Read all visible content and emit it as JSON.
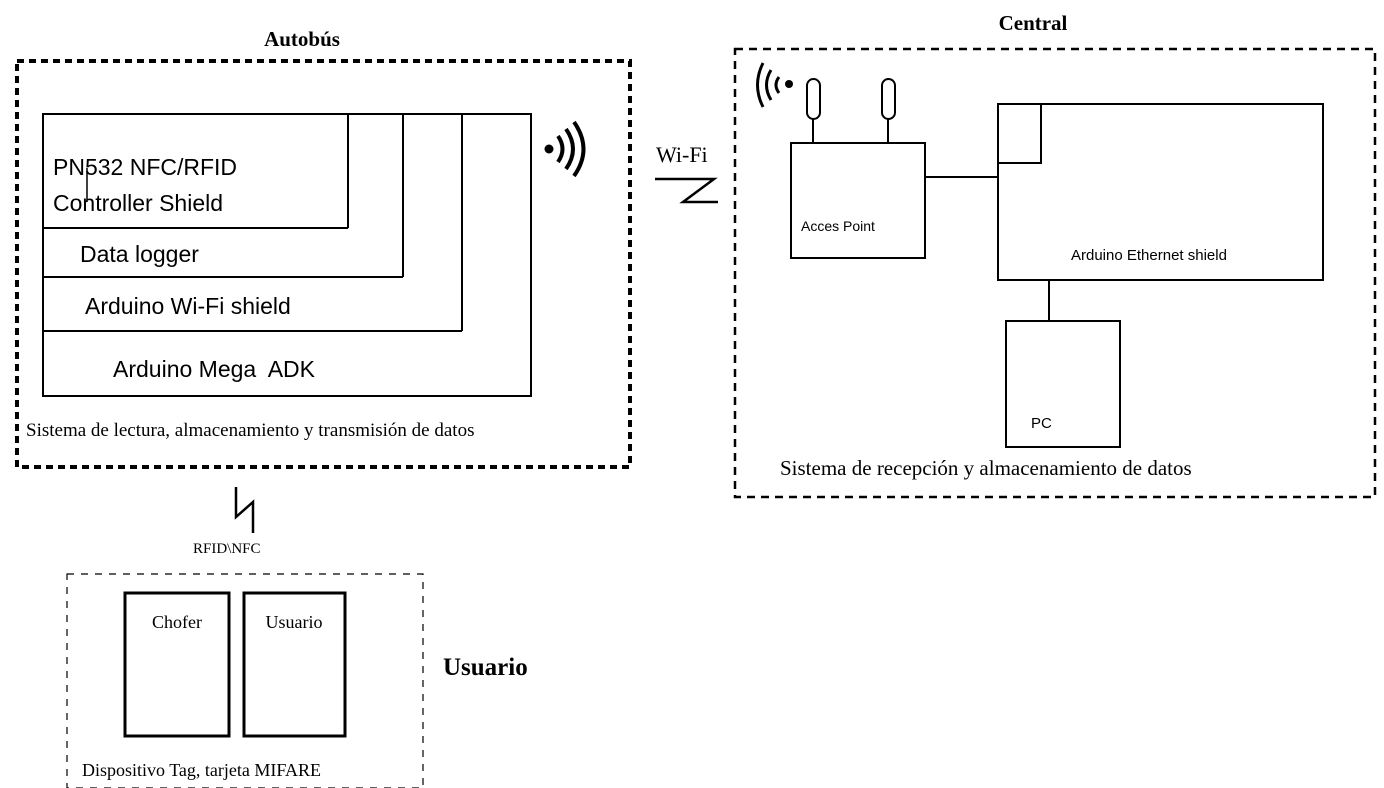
{
  "bus": {
    "title": "Autobús",
    "pn532_line1": "PN532 NFC/RFID",
    "pn532_line2": "Controller Shield",
    "data_logger": "Data logger",
    "wifi_shield": "Arduino Wi-Fi shield",
    "mega": "Arduino Mega  ADK",
    "caption": "Sistema de lectura, almacenamiento y transmisión de datos"
  },
  "link_wifi": "Wi-Fi",
  "central": {
    "title": "Central",
    "access_point": "Acces Point",
    "ethernet_shield": "Arduino Ethernet shield",
    "pc": "PC",
    "caption": "Sistema de recepción y almacenamiento de datos"
  },
  "link_rfid": "RFID\\NFC",
  "user": {
    "title": "Usuario",
    "card_driver": "Chofer",
    "card_user": "Usuario",
    "caption": "Dispositivo Tag, tarjeta MIFARE"
  },
  "icons": [
    "wireless-signal-icon",
    "wifi-signal-icon",
    "antenna-icon"
  ]
}
